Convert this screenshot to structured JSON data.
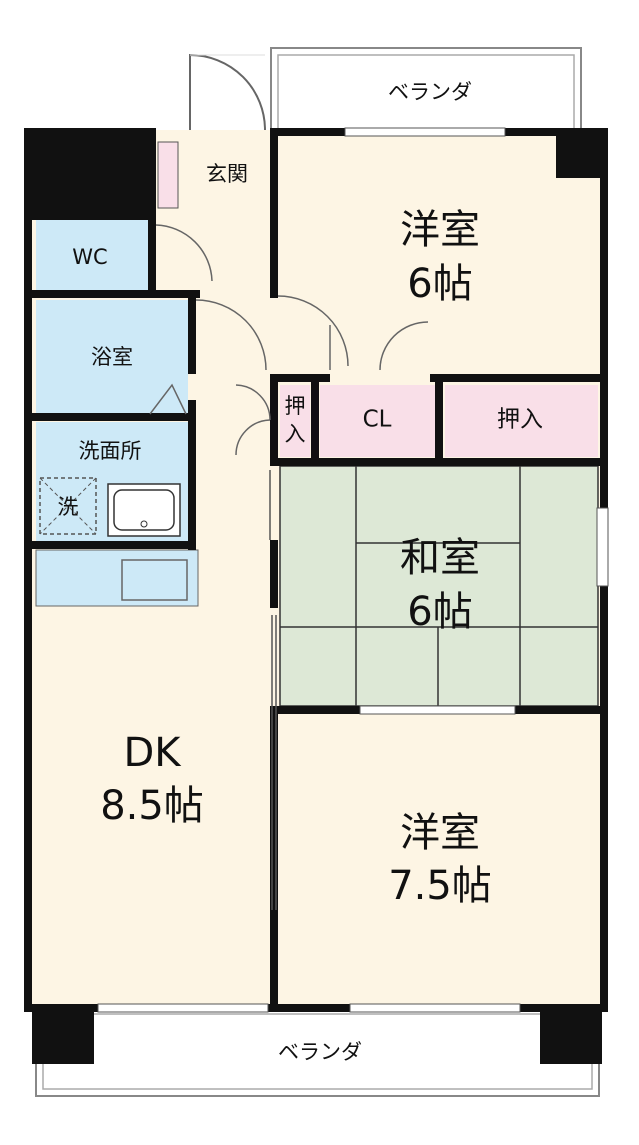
{
  "floorplan": {
    "balcony_top": "ベランダ",
    "balcony_bottom": "ベランダ",
    "entrance": "玄関",
    "wc": "WC",
    "bath": "浴室",
    "washroom": "洗面所",
    "washer": "洗",
    "room_ne": {
      "name": "洋室",
      "size": "6帖"
    },
    "closet_cl": "CL",
    "closet_small": "押入",
    "closet_oshiire": "押入",
    "room_japanese": {
      "name": "和室",
      "size": "6帖"
    },
    "room_dk": {
      "name": "DK",
      "size": "8.5帖"
    },
    "room_se": {
      "name": "洋室",
      "size": "7.5帖"
    }
  },
  "colors": {
    "wall": "#111111",
    "floor": "#fdf5e4",
    "wet_area": "#cde9f7",
    "closet": "#f9dfe8",
    "tatami": "#dde8d6",
    "window": "#ffffff"
  }
}
